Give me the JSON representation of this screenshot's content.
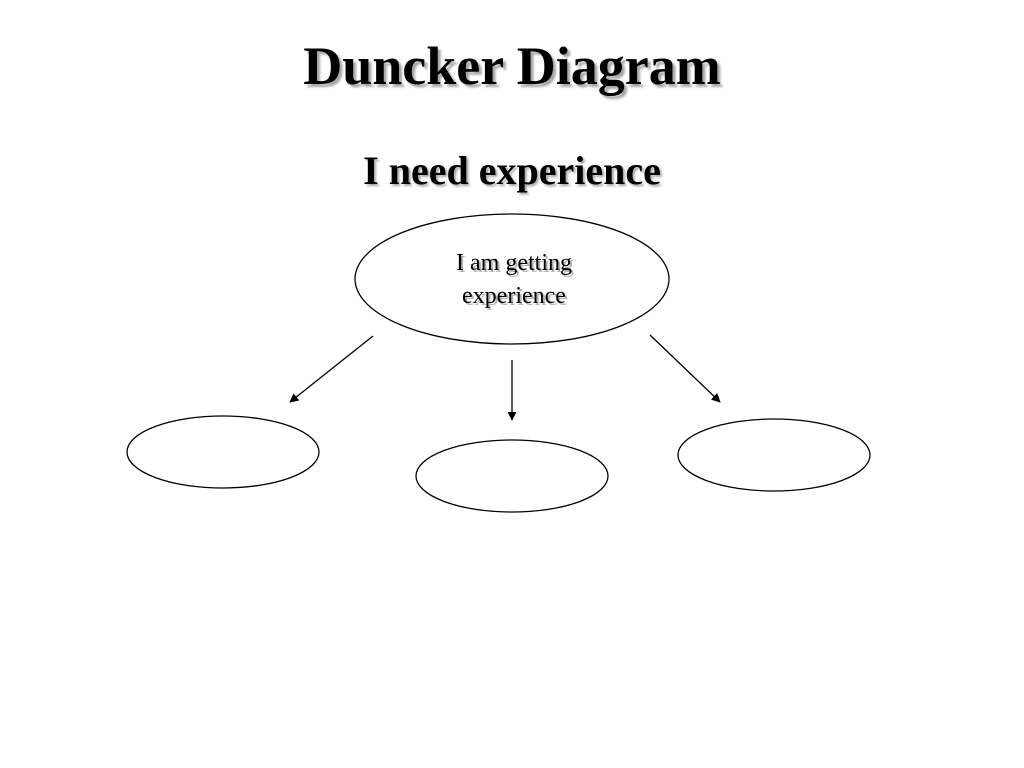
{
  "slide": {
    "title": "Duncker Diagram",
    "subtitle": "I need experience"
  },
  "diagram": {
    "root": {
      "lines": [
        "I am getting",
        "experience"
      ]
    },
    "children": [
      {
        "text": ""
      },
      {
        "text": ""
      },
      {
        "text": ""
      }
    ],
    "colors": {
      "stroke": "#000000",
      "fill": "#ffffff",
      "text": "#000000"
    }
  }
}
